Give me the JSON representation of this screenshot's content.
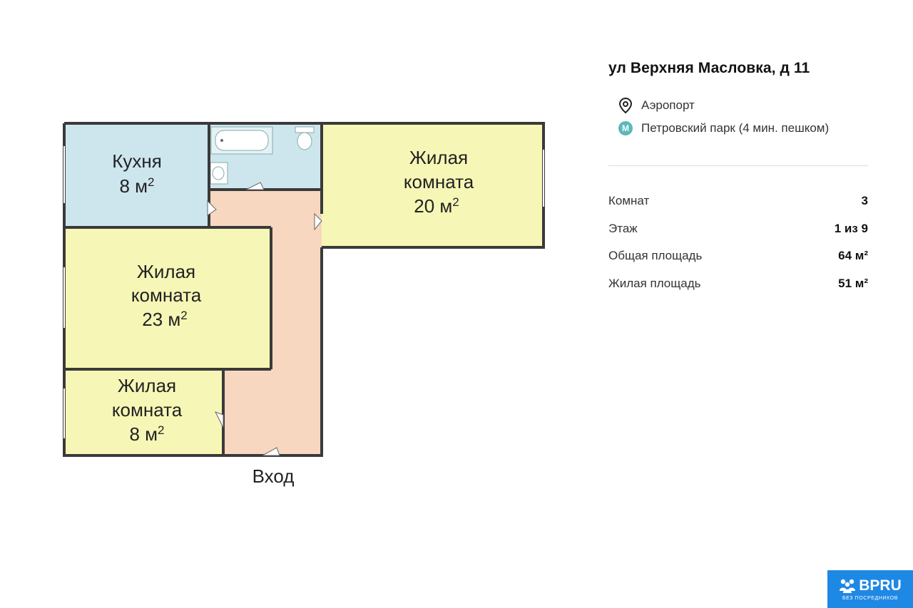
{
  "plan": {
    "rooms": [
      {
        "name": "Кухня",
        "area": "8 м",
        "unit_sup": "2"
      },
      {
        "name_line1": "Жилая",
        "name_line2": "комната",
        "area": "20 м",
        "unit_sup": "2"
      },
      {
        "name_line1": "Жилая",
        "name_line2": "комната",
        "area": "23 м",
        "unit_sup": "2"
      },
      {
        "name_line1": "Жилая",
        "name_line2": "комната",
        "area": "8 м",
        "unit_sup": "2"
      }
    ],
    "entrance_label": "Вход",
    "colors": {
      "kitchen": "#cde6ee",
      "living": "#f6f7b6",
      "corridor": "#f7d7c0",
      "bathroom": "#cde6ee",
      "walls": "#3a3a3a"
    }
  },
  "listing": {
    "address": "ул Верхняя Масловка, д 11",
    "district": {
      "icon": "location-pin-icon",
      "text": "Аэропорт"
    },
    "metro": {
      "icon": "metro-icon",
      "badge": "М",
      "text": "Петровский парк (4 мин. пешком)",
      "color": "#5ab9b9"
    },
    "params": [
      {
        "label": "Комнат",
        "value": "3"
      },
      {
        "label": "Этаж",
        "value": "1 из 9"
      },
      {
        "label": "Общая площадь",
        "value": "64 м²"
      },
      {
        "label": "Жилая площадь",
        "value": "51 м²"
      }
    ]
  },
  "watermark": {
    "brand": "BPRU",
    "tagline": "БЕЗ ПОСРЕДНИКОВ",
    "color": "#1e88e5"
  }
}
